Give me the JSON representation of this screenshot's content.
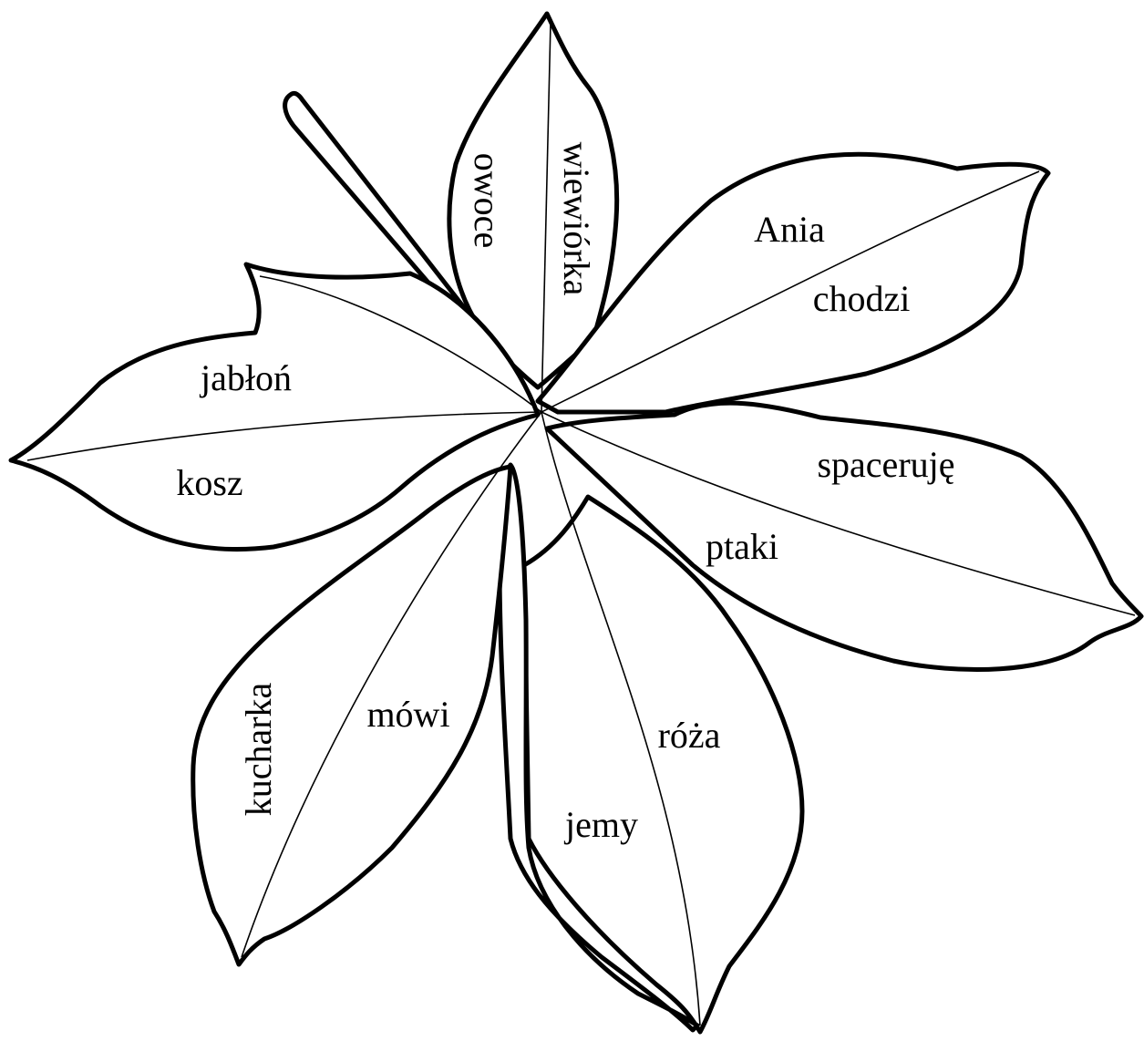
{
  "diagram": {
    "words": {
      "owoce": "owoce",
      "wiewiorka": "wiewiórka",
      "ania": "Ania",
      "chodzi": "chodzi",
      "jablon": "jabłoń",
      "kosz": "kosz",
      "spaceruje": "spaceruję",
      "ptaki": "ptaki",
      "mowi": "mówi",
      "kucharka": "kucharka",
      "roza": "róża",
      "jemy": "jemy"
    }
  }
}
